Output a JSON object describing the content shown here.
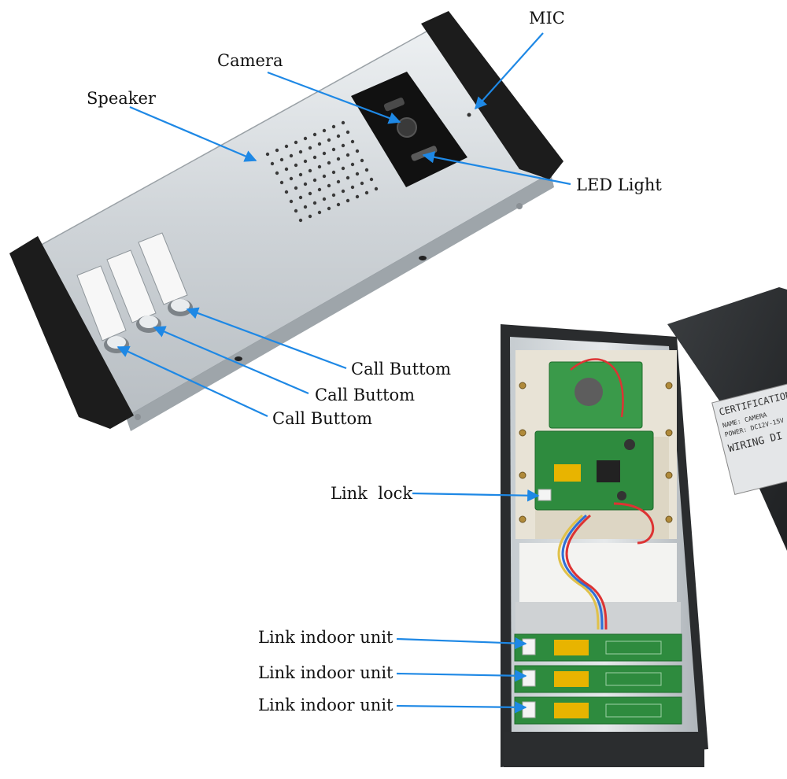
{
  "labels": {
    "mic": "MIC",
    "camera": "Camera",
    "speaker": "Speaker",
    "led_light": "LED Light",
    "call_button_1": "Call Buttom",
    "call_button_2": "Call Buttom",
    "call_button_3": "Call Buttom",
    "link_lock": "Link  lock",
    "link_indoor_unit_1": "Link indoor unit",
    "link_indoor_unit_2": "Link indoor unit",
    "link_indoor_unit_3": "Link indoor unit"
  },
  "cover_plate": {
    "line1": "CERTIFICATION",
    "line2": "NAME: CAMERA",
    "line3": "POWER: DC12V-15V",
    "line4": "WIRING DI"
  },
  "colors": {
    "arrow": "#1e88e5",
    "aluminum": "#d3d8dc",
    "end_cap": "#1c1c1c",
    "pcb": "#2e8b3e",
    "relay": "#e8b400"
  }
}
